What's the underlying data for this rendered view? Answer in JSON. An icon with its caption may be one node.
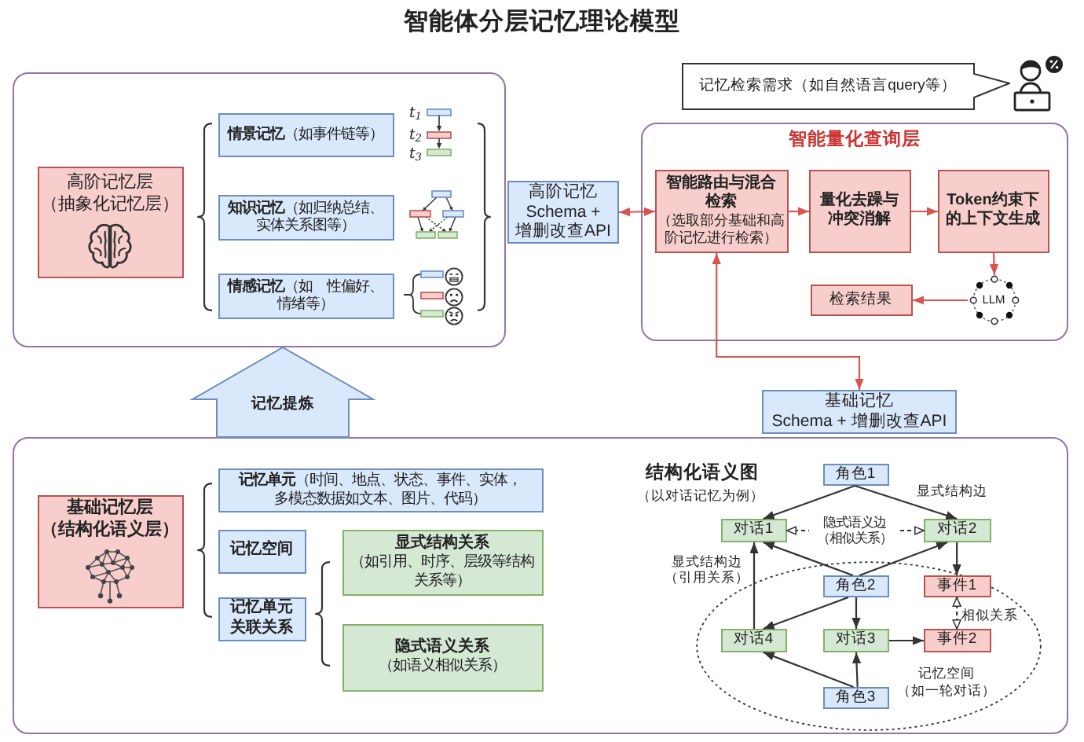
{
  "diagram": {
    "title": "智能体分层记忆理论模型",
    "nodes": [
      {
        "text": [],
        "shape": "box"
      },
      {
        "text": [
          "高阶记忆层",
          "（抽象化记忆层）"
        ],
        "in": 0
      },
      {
        "text": [
          "**情景记忆**（如事件链等）"
        ],
        "in": 0
      },
      {
        "text": [
          "**知识记忆**（如归纳总结、实体关系图等）"
        ],
        "in": 0
      },
      {
        "text": [
          "**情感记忆**（如　性偏好、情绪等）"
        ],
        "in": 0
      },
      {
        "text": [
          "高阶记忆",
          "Schema + 增删改查API"
        ]
      },
      {
        "text": [
          "记忆检索需求（如自然语言query等）"
        ]
      },
      {
        "text": [
          "智能量化查询层"
        ]
      },
      {
        "text": [
          "智能路由与混合检索",
          "（选取部分基础和高阶记忆进行检索）"
        ],
        "in": 7
      },
      {
        "text": [
          "量化去躁与冲突消解"
        ],
        "in": 7
      },
      {
        "text": [
          "Token约束下的上下文生成"
        ],
        "in": 7
      },
      {
        "text": [
          "LLM"
        ],
        "in": 7
      },
      {
        "text": [
          "检索结果"
        ],
        "in": 7
      },
      {
        "text": [
          "基础记忆",
          "Schema + 增删改查API"
        ]
      },
      {
        "text": [],
        "shape": "box"
      },
      {
        "text": [
          "基础记忆层",
          "（结构化语义层）"
        ],
        "in": 14
      },
      {
        "text": [
          "**记忆单元**（时间、地点、状态、事件、实体，多模态数据如文本、图片、代码）"
        ],
        "in": 14
      },
      {
        "text": [
          "记忆空间"
        ],
        "in": 14
      },
      {
        "text": [
          "记忆单元关联关系"
        ],
        "in": 14
      },
      {
        "text": [
          "显式结构关系",
          "（如引用、时序、层级等结构关系等）"
        ],
        "in": 14
      },
      {
        "text": [
          "隐式语义关系",
          "（如语义相似关系）"
        ],
        "in": 14
      },
      {
        "text": [
          "角色1"
        ],
        "in": 14
      },
      {
        "text": [
          "对话1"
        ],
        "in": 14
      },
      {
        "text": [
          "对话2"
        ],
        "in": 14
      },
      {
        "text": [
          "记忆空间",
          "（如一轮对话）"
        ],
        "in": 14
      },
      {
        "text": [
          "角色2"
        ],
        "in": 24
      },
      {
        "text": [
          "事件1"
        ],
        "in": 24
      },
      {
        "text": [
          "对话4"
        ],
        "in": 24
      },
      {
        "text": [
          "对话3"
        ],
        "in": 24
      },
      {
        "text": [
          "事件2"
        ],
        "in": 24
      },
      {
        "text": [
          "角色3"
        ],
        "in": 24
      }
    ],
    "edges": [
      {
        "from": 14,
        "to": 0,
        "arrow": "to",
        "label": "记忆提炼",
        "style": "thick",
        "color": "#6c8ebf"
      },
      {
        "from": 5,
        "to": 8,
        "arrow": "both",
        "color": "#d9534f"
      },
      {
        "from": 8,
        "to": 9,
        "arrow": "to",
        "color": "#d9534f"
      },
      {
        "from": 9,
        "to": 10,
        "arrow": "to",
        "color": "#d9534f"
      },
      {
        "from": 10,
        "to": 11,
        "arrow": "to",
        "color": "#d9534f"
      },
      {
        "from": 11,
        "to": 12,
        "arrow": "to",
        "color": "#d9534f"
      },
      {
        "from": 8,
        "to": 13,
        "arrow": "both",
        "color": "#d9534f"
      },
      {
        "from": 21,
        "to": 22,
        "arrow": "to"
      },
      {
        "from": 21,
        "to": 23,
        "arrow": "to",
        "label": "显式结构边"
      },
      {
        "from": 22,
        "to": 23,
        "arrow": "both",
        "style": "dashed",
        "label": "隐式语义边（相似关系）"
      },
      {
        "from": 23,
        "to": 26,
        "arrow": "to"
      },
      {
        "from": 25,
        "to": 22,
        "arrow": "to"
      },
      {
        "from": 25,
        "to": 23,
        "arrow": "to"
      },
      {
        "from": 25,
        "to": 27,
        "arrow": "to"
      },
      {
        "from": 25,
        "to": 28,
        "arrow": "to"
      },
      {
        "from": 27,
        "to": 22,
        "arrow": "to",
        "label": "显式结构边（引用关系）"
      },
      {
        "from": 28,
        "to": 29,
        "arrow": "to"
      },
      {
        "from": 30,
        "to": 27,
        "arrow": "to"
      },
      {
        "from": 30,
        "to": 28,
        "arrow": "to"
      },
      {
        "from": 26,
        "to": 29,
        "arrow": "both",
        "style": "dashed",
        "label": "相似关系"
      }
    ],
    "labels": [
      "t$_{1}$",
      "t$_{2}$",
      "t$_{3}$",
      "结构化语义图",
      "（以对话记忆为例）"
    ]
  }
}
